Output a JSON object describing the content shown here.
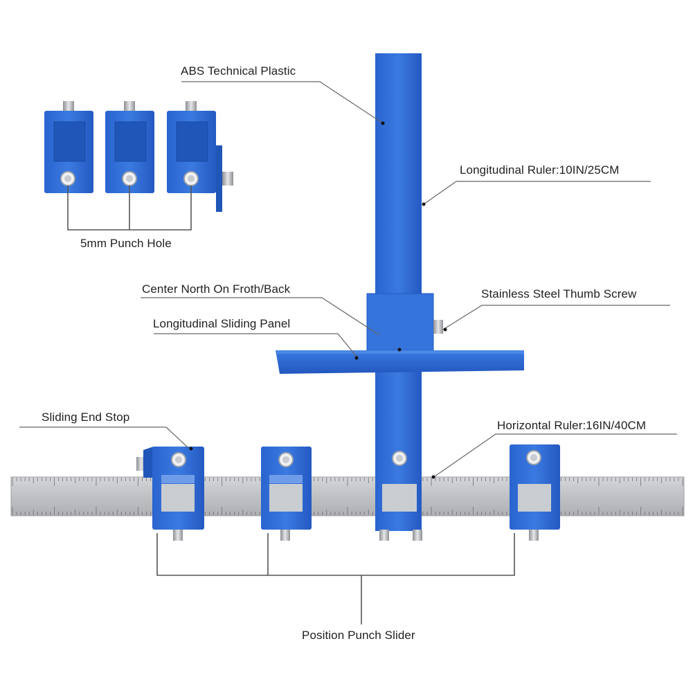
{
  "labels": {
    "abs_plastic": "ABS Technical Plastic",
    "punch_hole": "5mm Punch Hole",
    "longitudinal_ruler": "Longitudinal Ruler:10IN/25CM",
    "center_north": "Center North On Froth/Back",
    "thumb_screw": "Stainless Steel Thumb Screw",
    "sliding_panel": "Longitudinal Sliding Panel",
    "end_stop": "Sliding End Stop",
    "horizontal_ruler": "Horizontal Ruler:16IN/40CM",
    "punch_slider": "Position Punch Slider"
  },
  "colors": {
    "tool_blue": "#2f6fd8",
    "tool_blue_dark": "#1f56b8",
    "ruler_steel": "#c2c4c8",
    "leader_line": "#6b6b6b"
  }
}
